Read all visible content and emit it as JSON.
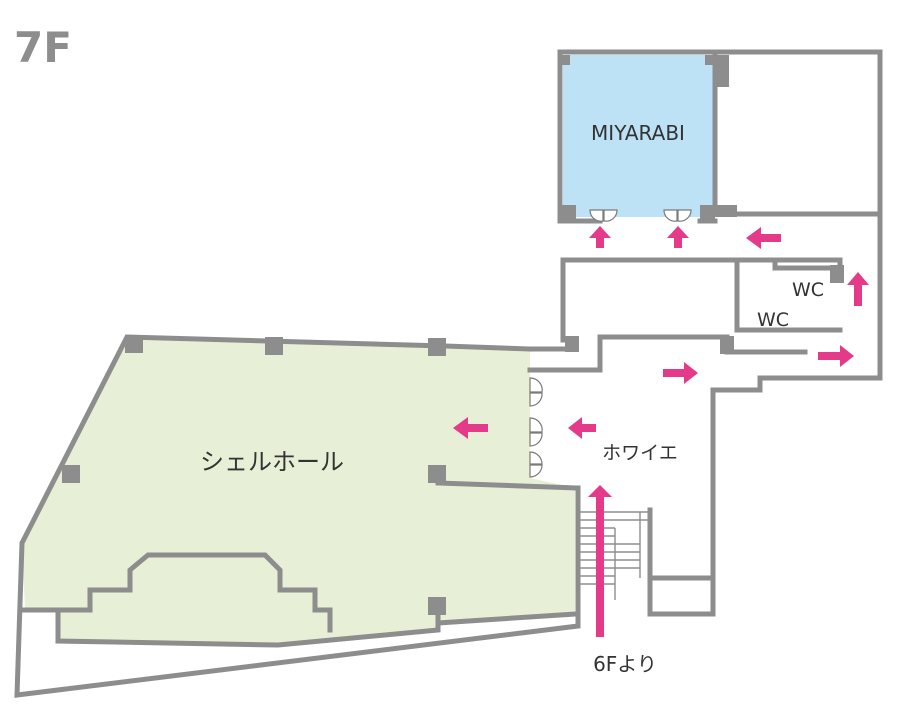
{
  "floor": "7F",
  "rooms": {
    "miyarabi": {
      "label": "MIYARABI",
      "color": "#bde1f5"
    },
    "shell_hall": {
      "label": "シェルホール",
      "color": "#e8efd7"
    }
  },
  "areas": {
    "foyer": "ホワイエ",
    "wc_1": "WC",
    "wc_2": "WC"
  },
  "entrance_note": "6Fより",
  "colors": {
    "wall": "#8d8d8d",
    "arrow": "#e5398a"
  }
}
